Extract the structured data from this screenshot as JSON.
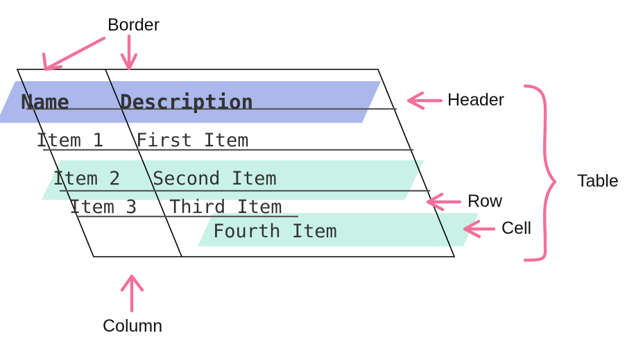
{
  "diagram": {
    "title_concept": "HTML table anatomy",
    "colors": {
      "header_highlight": "#aab8ec",
      "row_highlight": "#c9f2e7",
      "cell_highlight": "#c9f2e7",
      "border_line": "#000000",
      "row_divider": "#5a5a5a",
      "annotation_pink": "#f2709c",
      "text": "#333333",
      "label_text": "#111111",
      "background": "#ffffff"
    },
    "table": {
      "columns": [
        "Name",
        "Description"
      ],
      "header": {
        "cells": [
          "Name",
          "Description"
        ]
      },
      "rows": [
        {
          "cells": [
            "Item 1",
            "First Item"
          ],
          "highlighted": false
        },
        {
          "cells": [
            "Item 2",
            "Second Item"
          ],
          "highlighted": true
        },
        {
          "cells": [
            "Item 3",
            "Third Item"
          ],
          "highlighted": false
        }
      ],
      "detached_cell": {
        "text": "Fourth Item",
        "highlighted": true
      }
    },
    "annotations": [
      {
        "id": "border",
        "label": "Border",
        "arrows": 2,
        "arrow_style": "diagonal+vertical",
        "points_to": "table-outer-border"
      },
      {
        "id": "header",
        "label": "Header",
        "arrows": 1,
        "arrow_style": "left",
        "points_to": "header-row"
      },
      {
        "id": "row",
        "label": "Row",
        "arrows": 1,
        "arrow_style": "left",
        "points_to": "table-row"
      },
      {
        "id": "cell",
        "label": "Cell",
        "arrows": 1,
        "arrow_style": "left",
        "points_to": "table-cell"
      },
      {
        "id": "table",
        "label": "Table",
        "arrows": 0,
        "arrow_style": "brace",
        "points_to": "whole-table"
      },
      {
        "id": "column",
        "label": "Column",
        "arrows": 1,
        "arrow_style": "up",
        "points_to": "table-column"
      }
    ]
  }
}
